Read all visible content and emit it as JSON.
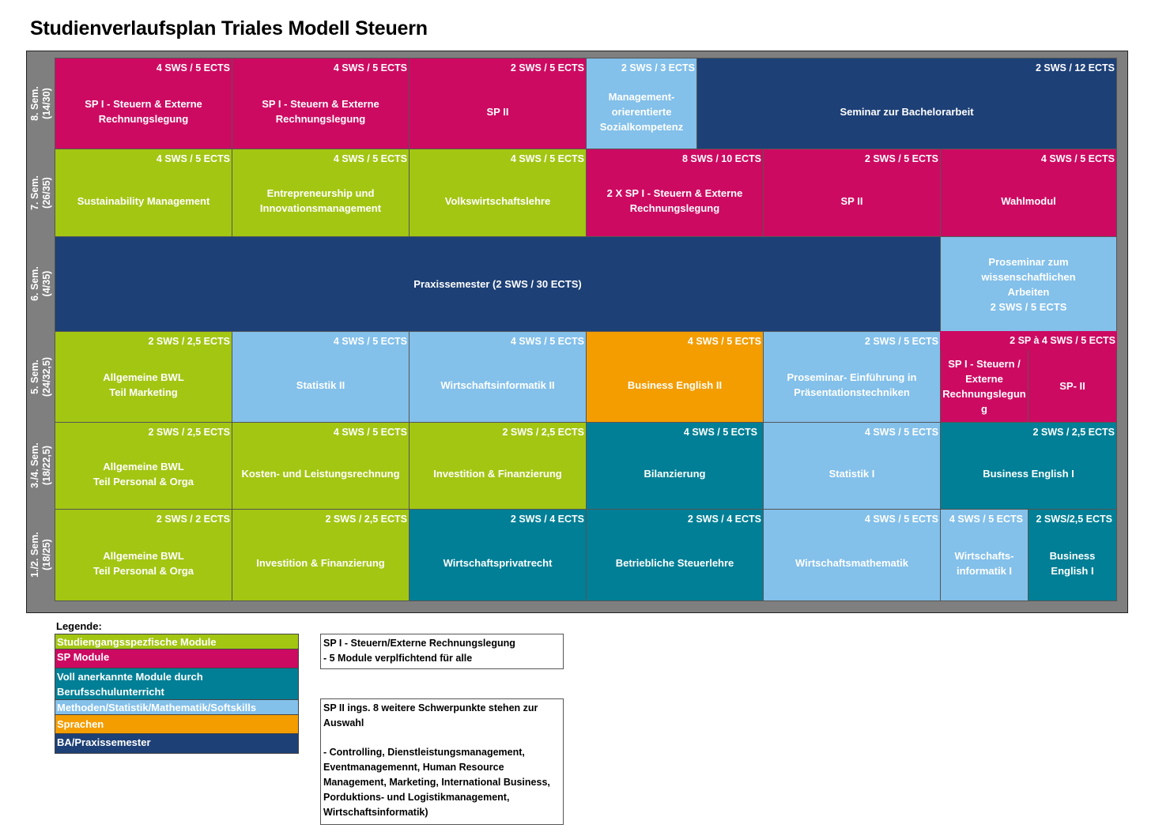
{
  "title": "Studienverlaufsplan Triales Modell Steuern",
  "colors": {
    "studiengangsspezifisch": "#a3c613",
    "sp_module": "#cd0a62",
    "berufsschule": "#007f96",
    "methoden": "#83c0ea",
    "sprachen": "#f39d00",
    "ba_praxis": "#1d4076",
    "frame": "#7f7f7f"
  },
  "semesters": [
    {
      "name": "8. Sem.",
      "sub": "(14/30)"
    },
    {
      "name": "7. Sem.",
      "sub": "(26/35)"
    },
    {
      "name": "6. Sem.",
      "sub": "(4/35)"
    },
    {
      "name": "5. Sem.",
      "sub": "(24/32,5)"
    },
    {
      "name": "3./4. Sem.",
      "sub": "(18/22,5)"
    },
    {
      "name": "1./2. Sem.",
      "sub": "(18/25)"
    }
  ],
  "modules": {
    "s8": [
      {
        "credits": "4 SWS / 5 ECTS",
        "name": "SP I - Steuern & Externe\nRechnungslegung"
      },
      {
        "credits": "4 SWS / 5 ECTS",
        "name": "SP I - Steuern & Externe\nRechnungslegung"
      },
      {
        "credits": "2 SWS / 5 ECTS",
        "name": "SP II"
      },
      {
        "credits": "2 SWS / 3 ECTS",
        "name": "Management-\norierentierte\nSozialkompetenz"
      },
      {
        "credits": "2 SWS / 12 ECTS",
        "name": "Seminar zur Bachelorarbeit"
      }
    ],
    "s7": [
      {
        "credits": "4 SWS / 5 ECTS",
        "name": "Sustainability Management"
      },
      {
        "credits": "4 SWS / 5 ECTS",
        "name": "Entrepreneurship und\nInnovationsmanagement"
      },
      {
        "credits": "4 SWS / 5 ECTS",
        "name": "Volkswirtschaftslehre"
      },
      {
        "credits": "8 SWS / 10 ECTS",
        "name": "2 X SP I - Steuern & Externe\nRechnungslegung"
      },
      {
        "credits": "2 SWS / 5 ECTS",
        "name": "SP II"
      },
      {
        "credits": "4 SWS / 5 ECTS",
        "name": "Wahlmodul"
      }
    ],
    "s6": [
      {
        "credits": "",
        "name": "Praxissemester (2 SWS / 30 ECTS)"
      },
      {
        "credits": "",
        "name": "Proseminar zum wissenschaftlichen\nArbeiten\n2 SWS / 5 ECTS"
      }
    ],
    "s5": [
      {
        "credits": "2 SWS / 2,5 ECTS",
        "name": "Allgemeine BWL\nTeil Marketing"
      },
      {
        "credits": "4 SWS / 5 ECTS",
        "name": "Statistik II"
      },
      {
        "credits": "4 SWS / 5 ECTS",
        "name": "Wirtschaftsinformatik II"
      },
      {
        "credits": "4 SWS / 5 ECTS",
        "name": "Business English II"
      },
      {
        "credits": "2 SWS  / 5 ECTS",
        "name": "Proseminar- Einführung in\nPräsentationstechniken"
      },
      {
        "credits": "2 SP à 4 SWS / 5 ECTS",
        "name": ""
      },
      {
        "credits": "",
        "name": "SP I - Steuern /\nExterne\nRechnungslegun\ng"
      },
      {
        "credits": "",
        "name": "SP- II"
      }
    ],
    "s34": [
      {
        "credits": "2 SWS / 2,5 ECTS",
        "name": "Allgemeine BWL\nTeil Personal & Orga"
      },
      {
        "credits": "4 SWS / 5 ECTS",
        "name": "Kosten- und Leistungsrechnung"
      },
      {
        "credits": "2 SWS / 2,5 ECTS",
        "name": "Investition & Finanzierung"
      },
      {
        "credits": "4 SWS / 5 ECTS",
        "name": "Bilanzierung"
      },
      {
        "credits": "4 SWS / 5 ECTS",
        "name": "Statistik I"
      },
      {
        "credits": "2 SWS / 2,5 ECTS",
        "name": "Business English I"
      }
    ],
    "s12": [
      {
        "credits": "2 SWS / 2 ECTS",
        "name": "Allgemeine BWL\nTeil Personal & Orga"
      },
      {
        "credits": "2 SWS / 2,5 ECTS",
        "name": "Investition & Finanzierung"
      },
      {
        "credits": "2 SWS / 4 ECTS",
        "name": "Wirtschaftsprivatrecht"
      },
      {
        "credits": "2 SWS / 4 ECTS",
        "name": "Betriebliche Steuerlehre"
      },
      {
        "credits": "4 SWS / 5 ECTS",
        "name": "Wirtschaftsmathematik"
      },
      {
        "credits": "4 SWS / 5 ECTS",
        "name": "Wirtschafts-\ninformatik I"
      },
      {
        "credits": "2 SWS/2,5 ECTS",
        "name": "Business English I"
      }
    ]
  },
  "legend": {
    "title": "Legende:",
    "items": [
      "Studiengangsspezfische Module",
      "SP Module",
      "Voll anerkannte Module durch\nBerufsschulunterricht",
      "Methoden/Statistik/Mathematik/Softskills",
      "Sprachen",
      "BA/Praxissemester"
    ]
  },
  "notes": [
    "SP I  -  Steuern/Externe Rechnungslegung\n- 5 Module verplfichtend für alle",
    "SP II ings. 8 weitere Schwerpunkte stehen zur\nAuswahl\n\n- Controlling, Dienstleistungsmanagement,\nEventmanagemennt, Human Resource\nManagement, Marketing, International Business,\nPorduktions- und Logistikmanagement,\nWirtschaftsinformatik)"
  ]
}
